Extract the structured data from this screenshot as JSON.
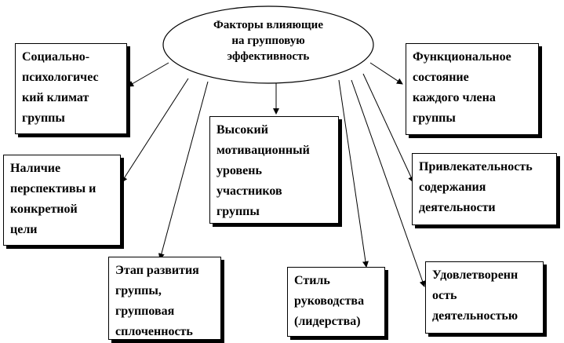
{
  "center": {
    "label": "Факторы влияющие\nна групповую\nэффективность"
  },
  "factors": [
    {
      "id": "climate",
      "label": "Социально-\nпсихологичес\nкий климат\nгруппы"
    },
    {
      "id": "perspective",
      "label": "Наличие\nперспективы и\nконкретной\nцели"
    },
    {
      "id": "stage",
      "label": "Этап развития\nгруппы,\nгрупповая\nсплоченность"
    },
    {
      "id": "motivation",
      "label": "Высокий\nмотивационный\nуровень\nучастников\nгруппы"
    },
    {
      "id": "leadership",
      "label": "Стиль\nруководства\n(лидерства)"
    },
    {
      "id": "functional",
      "label": "Функциональное\nсостояние\nкаждого члена\nгруппы"
    },
    {
      "id": "attractiveness",
      "label": "Привлекательность\nсодержания\nдеятельности"
    },
    {
      "id": "satisfaction",
      "label": "Удовлетворенн\nость\nдеятельностью"
    }
  ]
}
